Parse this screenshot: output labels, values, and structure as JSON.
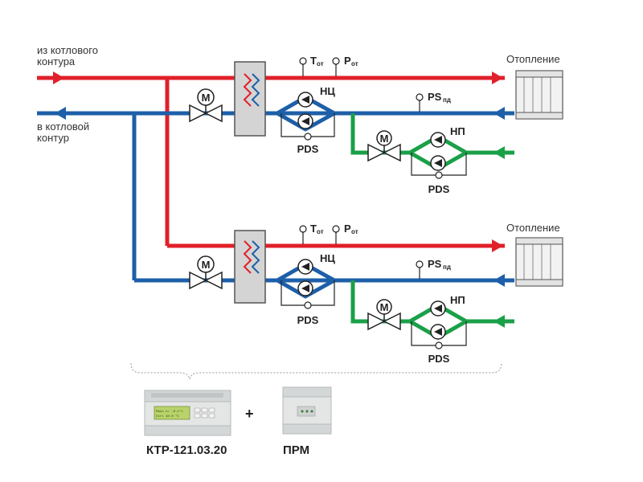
{
  "colors": {
    "supply": "#e0202a",
    "return": "#1d5fa8",
    "secondary": "#1aa048",
    "pipe_outline": "#222222"
  },
  "labels": {
    "from_boiler": [
      "из котлового",
      "контура"
    ],
    "to_boiler": [
      "в котловой",
      "контур"
    ],
    "heating": "Отопление",
    "motor": "M",
    "t_main": "T",
    "t_sub": "от",
    "p_main": "P",
    "p_sub": "от",
    "ps_main": "PS",
    "ps_sub": "пд",
    "circ_pump": "НЦ",
    "make_up_pump": "НП",
    "pds": "PDS"
  },
  "devices": {
    "controller": "КТР-121.03.20",
    "plus": "+",
    "module": "ПРМ",
    "lcd_lines": [
      "Pmin t=  -0.1°C",
      "Ctrl 10.0 °C"
    ]
  },
  "circuits": [
    {
      "id": "circuit-1",
      "heating_label": "Отопление"
    },
    {
      "id": "circuit-2",
      "heating_label": "Отопление"
    }
  ]
}
